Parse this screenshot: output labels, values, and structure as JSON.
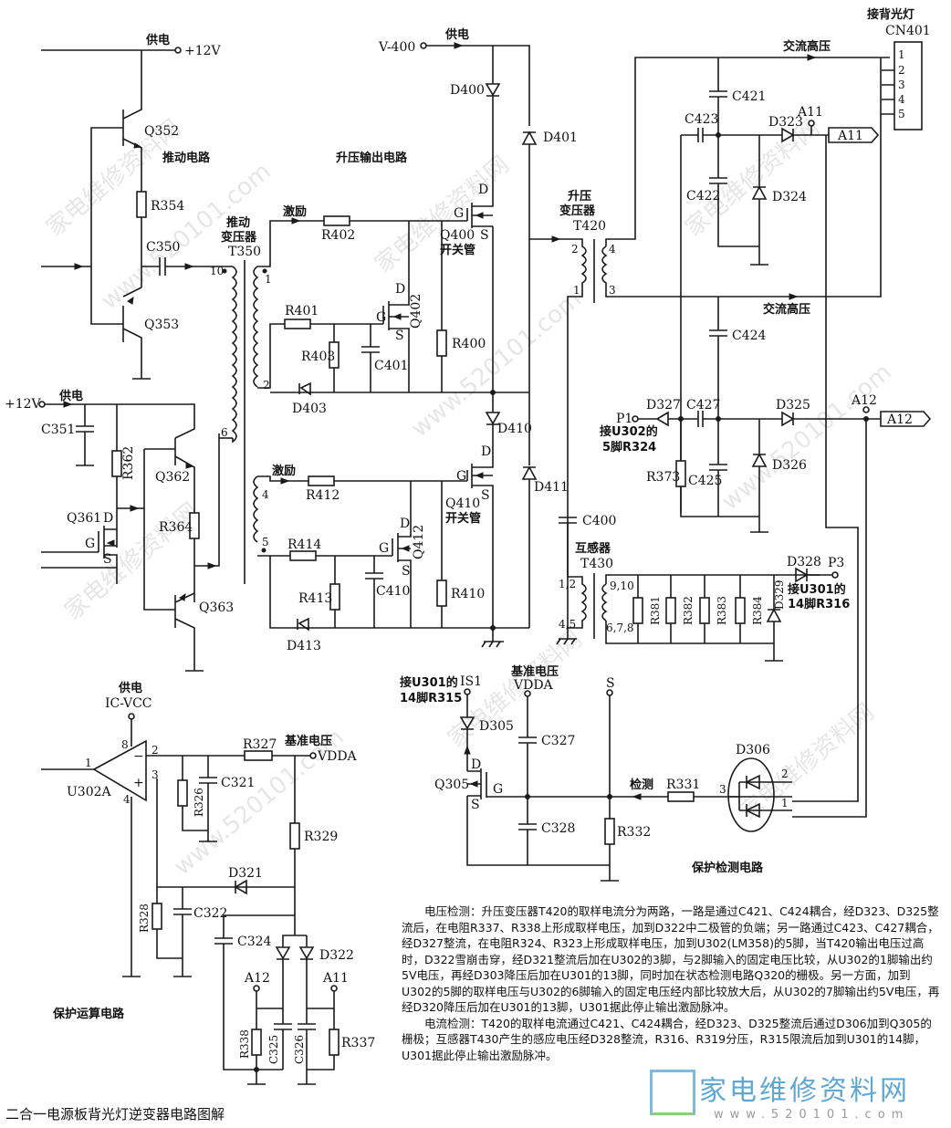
{
  "title": "二合一电源板背光灯逆变器电路图解",
  "sections": {
    "drive": "推动电路",
    "boost": "升压输出电路",
    "protect_calc": "保护运算电路",
    "protect_detect": "保护检测电路"
  },
  "labels": {
    "supply": "供电",
    "plus12v": "+12V",
    "v400": "V-400",
    "excite": "激励",
    "drive_xfmr_1": "推动",
    "drive_xfmr_2": "变压器",
    "boost_xfmr_1": "升压",
    "boost_xfmr_2": "变压器",
    "switch_tube": "开关管",
    "ac_hv": "交流高压",
    "backlight": "接背光灯",
    "ct": "互感器",
    "ic_vcc": "IC-VCC",
    "ref_voltage": "基准电压",
    "vdda": "VDDA",
    "detect": "检测",
    "p1_note_1": "接U302的",
    "p1_note_2": "5脚R324",
    "p3_note_1": "接U301的",
    "p3_note_2": "14脚R316",
    "is1_note_1": "接U301的",
    "is1_note_2": "14脚R315"
  },
  "components": {
    "Q352": "Q352",
    "Q353": "Q353",
    "R354": "R354",
    "C350": "C350",
    "T350": "T350",
    "C351": "C351",
    "R362": "R362",
    "Q361": "Q361",
    "Q362": "Q362",
    "Q363": "Q363",
    "R364": "R364",
    "D400": "D400",
    "D401": "D401",
    "Q400": "Q400",
    "R402": "R402",
    "R401": "R401",
    "R403": "R403",
    "C401": "C401",
    "Q402": "Q402",
    "R400": "R400",
    "D403": "D403",
    "D410": "D410",
    "D411": "D411",
    "Q410": "Q410",
    "R412": "R412",
    "R414": "R414",
    "R413": "R413",
    "C410": "C410",
    "Q412": "Q412",
    "R410": "R410",
    "D413": "D413",
    "T420": "T420",
    "C400": "C400",
    "T430": "T430",
    "CN401": "CN401",
    "C421": "C421",
    "C423": "C423",
    "C422": "C422",
    "D323": "D323",
    "D324": "D324",
    "C424": "C424",
    "D327": "D327",
    "C427": "C427",
    "D325": "D325",
    "D326": "D326",
    "R373": "R373",
    "C425": "C425",
    "D328": "D328",
    "D329": "D329",
    "R381": "R381",
    "R382": "R382",
    "R383": "R383",
    "R384": "R384",
    "U302A": "U302A",
    "R327": "R327",
    "C321": "C321",
    "R326": "R326",
    "R329": "R329",
    "D321": "D321",
    "R328": "R328",
    "C322": "C322",
    "C324": "C324",
    "D322": "D322",
    "R338": "R338",
    "C325": "C325",
    "C326": "C326",
    "R337": "R337",
    "D305": "D305",
    "Q305": "Q305",
    "C327": "C327",
    "C328": "C328",
    "R332": "R332",
    "R331": "R331",
    "D306": "D306"
  },
  "nets": {
    "A11": "A11",
    "A12": "A12",
    "P1": "P1",
    "P3": "P3",
    "IS1": "IS1",
    "S": "S"
  },
  "pins": {
    "D": "D",
    "G": "G",
    "S": "S",
    "t350": [
      "10",
      "1",
      "2",
      "6",
      "4",
      "5"
    ],
    "t420": [
      "2",
      "1",
      "4",
      "3"
    ],
    "t430": [
      "1,2",
      "4,5",
      "9,10",
      "6,7,8"
    ],
    "cn401": [
      "1",
      "2",
      "3",
      "4",
      "5"
    ],
    "u302": [
      "1",
      "2",
      "3",
      "4",
      "8"
    ],
    "d306": [
      "3",
      "2",
      "1"
    ],
    "minus": "−",
    "plus": "+"
  },
  "description": [
    "电压检测：升压变压器T420的取样电流分为两路，一路是通过C421、C424耦合，经D323、D325整流后，在电阻R337、R338上形成取样电压，加到D322中二极管的负端；另一路通过C423、C427耦合，经D327整流，在电阻R324、R323上形成取样电压，加到U302(LM358)的5脚，当T420输出电压过高时，D322雪崩击穿，经D321整流后加在U302的3脚，与2脚输入的固定电压比较，从U302的1脚输出约5V电压，再经D303降压后加在U301的13脚，同时加在状态检测电路Q320的栅极。另一方面，加到U302的5脚的取样电压与U302的6脚输入的固定电压经内部比较放大后，从U302的7脚输出约5V电压，再经D320降压后加在U301的13脚，U301据此停止输出激励脉冲。",
    "电流检测：T420的取样电流通过C421、C424耦合，经D323、D325整流后通过D306加到Q305的栅极；互感器T430产生的感应电压经D328整流，R316、R319分压，R315限流后加到U301的14脚，U301据此停止输出激励脉冲。"
  ],
  "watermark": {
    "site_cn": "家电维修资料网",
    "site_url": "www.520101.com",
    "logo_text": "家电维修资料网",
    "logo_url": "www.520101.com"
  }
}
